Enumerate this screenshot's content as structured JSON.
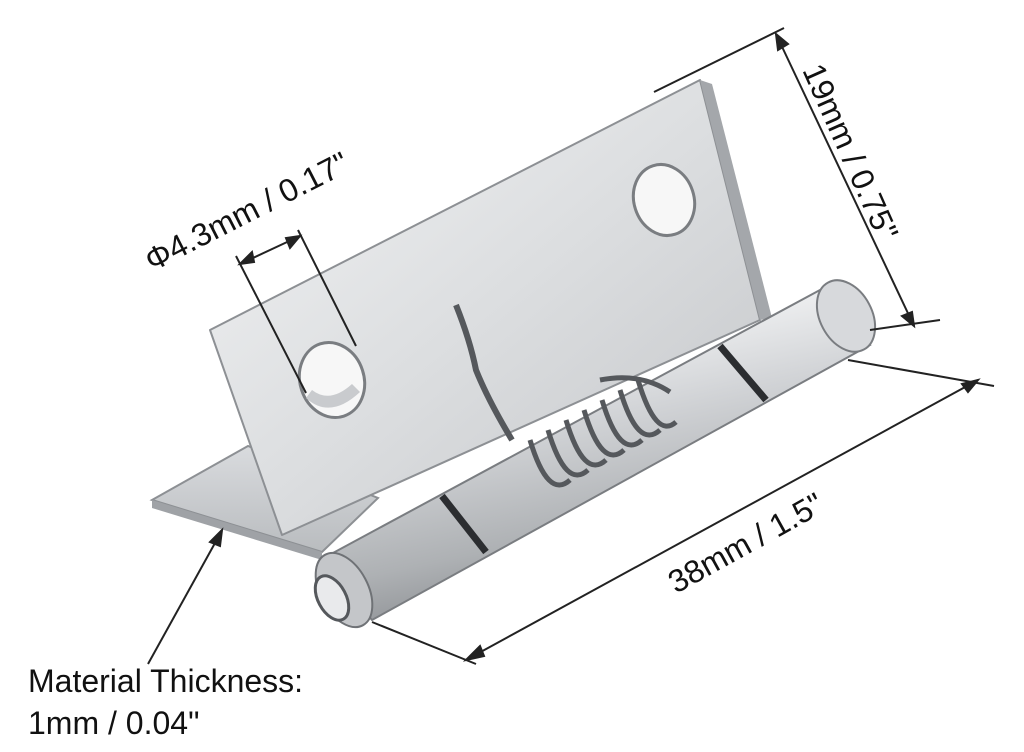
{
  "dimensions": {
    "hole_diameter": "Φ4.3mm / 0.17\"",
    "leaf_width": "19mm / 0.75\"",
    "hinge_length": "38mm / 1.5\""
  },
  "material_thickness": {
    "label": "Material Thickness:",
    "value": "1mm / 0.04\""
  },
  "colors": {
    "steel_light": "#e9eaec",
    "steel_mid": "#c9cbce",
    "steel_dark": "#8d9094",
    "spring": "#55585c",
    "line": "#222222"
  }
}
